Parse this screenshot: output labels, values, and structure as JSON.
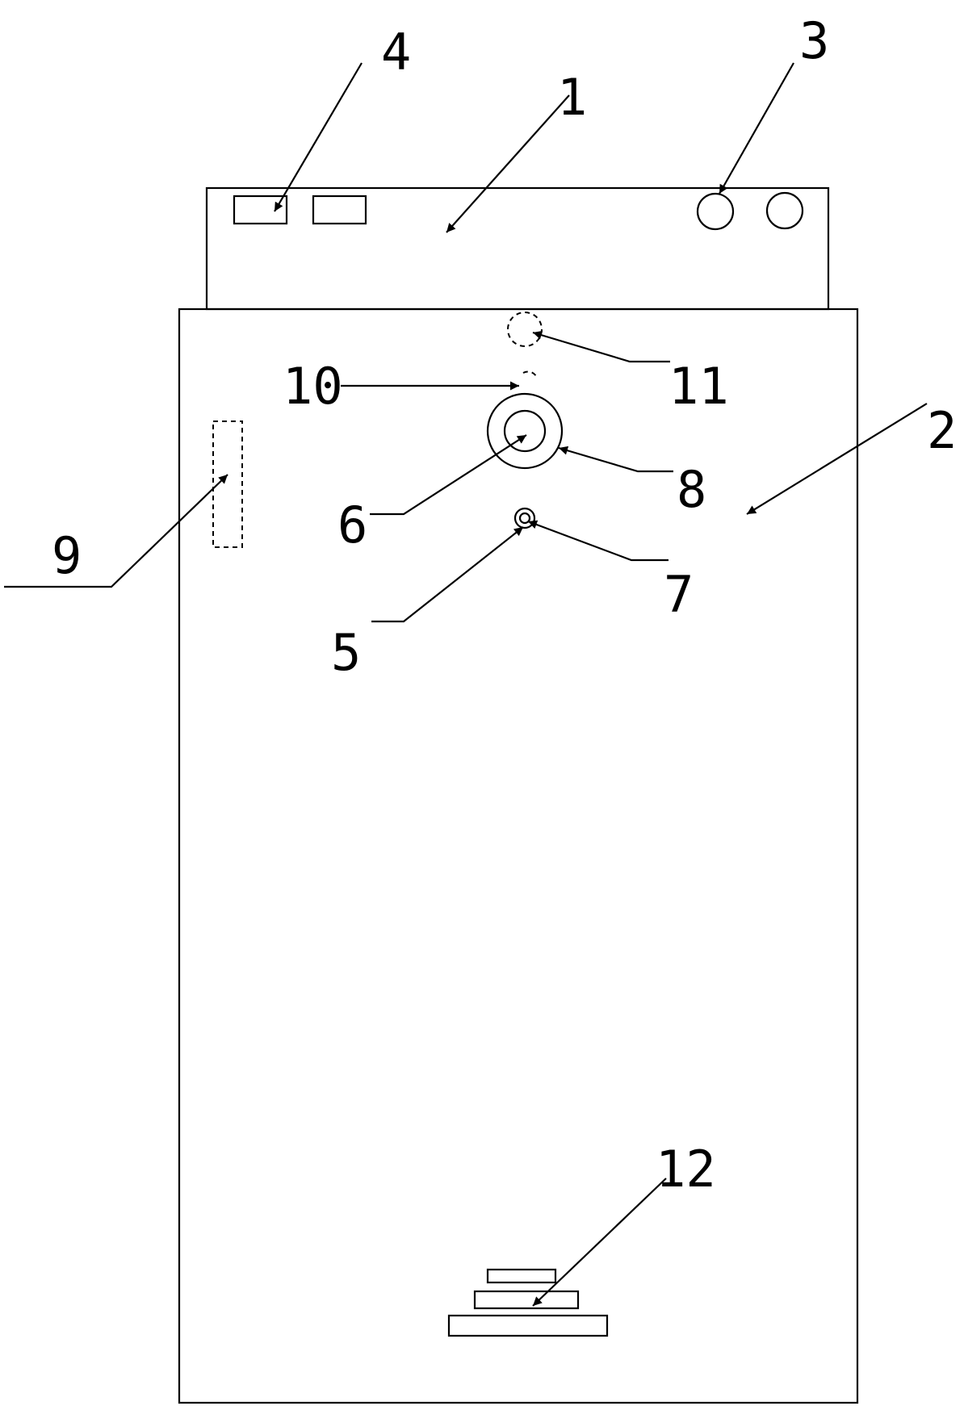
{
  "colors": {
    "ink": "#000000",
    "paper": "#ffffff"
  },
  "callouts": {
    "c1": "1",
    "c2": "2",
    "c3": "3",
    "c4": "4",
    "c5": "5",
    "c6": "6",
    "c7": "7",
    "c8": "8",
    "c9": "9",
    "c10": "10",
    "c11": "11",
    "c12": "12"
  }
}
